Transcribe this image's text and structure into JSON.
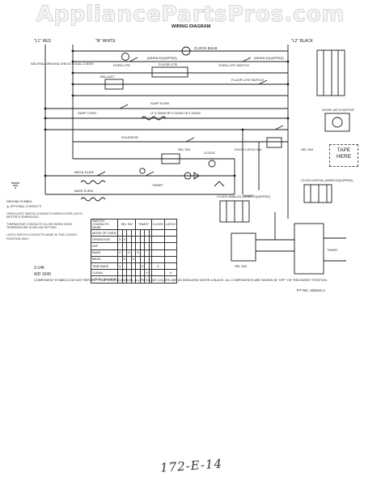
{
  "watermark": "AppliancePartsPros.com",
  "title": "WIRING DIAGRAM",
  "terminals": {
    "l1": "\"L1\" RED",
    "n": "\"N\" WHITE",
    "l2": "\"L2\" BLACK"
  },
  "labels": {
    "clock_bulb": "CLOCK BULB",
    "when_equipped": "(WHEN EQUIPPED)",
    "neutral_ground": "NEUTRAL GROUND CHECK LOCAL CODES",
    "oven_lite": "OVEN LITE",
    "oven_lite_switch": "OVEN LITE SWITCH",
    "fluor_lite": "FLUOR LITE",
    "ballast": "BALLAST",
    "fluor_lite_switch": "FLUOR LITE SWITCH",
    "surf_elem": "SURF ELEM",
    "surf_cont": "SURF CONT",
    "solenoid": "SOLENOID",
    "sel_sw": "SEL SW",
    "clock": "CLOCK",
    "thmst": "THMST",
    "door_latch_sw": "DOOR LATCH SW",
    "door_latch_motor": "DOOR LATCH MOTOR",
    "broil_elem": "BROIL ELEM",
    "bake_elem": "BAKE ELEM",
    "surf_cont_ratings": "LF 5 2300W  RF 6 2100W  LR 5 1250W",
    "clock_analog": "CLOCK-ANALOG (WHEN EQUIPPED)",
    "clock_digital": "CLOCK-DIGITAL (WHEN EQUIPPED)",
    "ground_symbol": "GROUND SYMBOL",
    "side_code_1": "3-146",
    "side_code_2": "WD 1049"
  },
  "tape_note": "TAPE HERE",
  "switch_table": {
    "headers": [
      "SWITCH CONTACTS MADE",
      "SEL SW",
      "THMST",
      "CLOCK",
      "LATCH"
    ],
    "rows": [
      "MODE OF OVEN",
      "OPERATION",
      "OFF",
      "BAKE",
      "BROIL",
      "TIME BAKE",
      "CLEAN",
      "LOCK / UNLOCK"
    ],
    "marks": [
      "X",
      "X",
      "X",
      "X",
      "X",
      "X",
      "X",
      "X",
      "X",
      "X",
      "X",
      "X"
    ]
  },
  "notes": [
    "▲ OPTIONAL CONTACTS",
    "OVEN LIGHT SWITCH CONTACTS WHEN DOOR LATCH MOTOR IS ENERGIZED",
    "THERMOSTAT CONTACTS CLOSE WHEN OVEN TEMPERATURE IS BELOW SETTING",
    "LATCH SWITCH CONTACTS MADE IN THE LOCKED POSITION ONLY"
  ],
  "footer": "COMPONENT SYMBOLS DO NOT REFLECT TRUE CONFIGURATION. ALL FEED LINE COLORS ARE AS INDICATED WHITE & BLACK. ALL COMPONENTS ARE SHOWN IN \"OFF\" OR \"RELEASED\" POSITION.",
  "part_number": "PT NO. 329421-1",
  "handwritten": "172-E-14"
}
